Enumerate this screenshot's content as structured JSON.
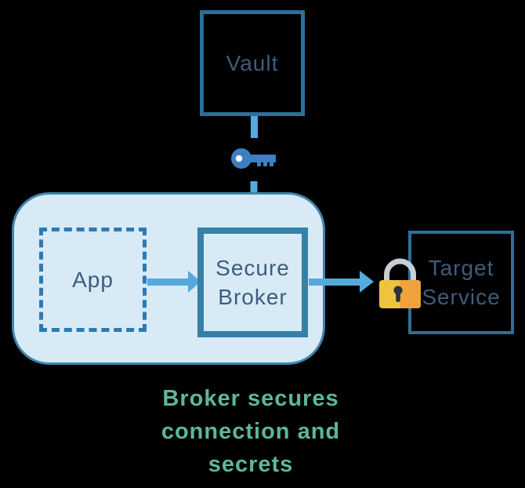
{
  "diagram": {
    "nodes": {
      "vault": {
        "label": "Vault"
      },
      "app": {
        "label": "App"
      },
      "secure_broker": {
        "label_line1": "Secure",
        "label_line2": "Broker"
      },
      "target_service": {
        "label_line1": "Target",
        "label_line2": "Service"
      }
    },
    "icons": {
      "key": "key-icon",
      "padlock": "padlock-icon"
    },
    "caption": {
      "line1": "Broker secures",
      "line2": "connection and",
      "line3": "secrets"
    }
  },
  "colors": {
    "bg": "#000000",
    "box-stroke": "#2d6e9a",
    "broker-stroke": "#3780a8",
    "container-stroke": "#3e85ac",
    "container-fill": "#d7eaf6",
    "dashed-stroke": "#2b7ab3",
    "arrow": "#54a9dd",
    "key-blue": "#3d7fc1",
    "label": "#3e5c7c",
    "caption": "#5db79a",
    "lock-gold": "#eec43f",
    "lock-orange": "#f0a23c",
    "lock-shackle": "#c9ced4",
    "lock-keyhole": "#26323d"
  }
}
